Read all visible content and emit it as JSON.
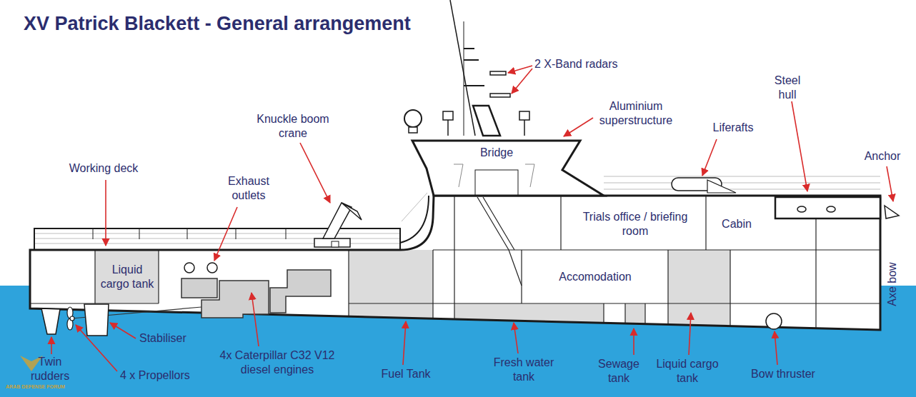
{
  "diagram": {
    "title": "XV Patrick Blackett - General arrangement",
    "nodes": [
      {
        "text": [
          "Bridge"
        ]
      },
      {
        "text": [
          "Liquid cargo tank"
        ]
      },
      {
        "text": [
          "Trials office / briefing room"
        ]
      },
      {
        "text": [
          "Cabin"
        ]
      },
      {
        "text": [
          "Accomodation"
        ]
      }
    ],
    "labels": [
      "2 X-Band radars",
      "Aluminium superstructure",
      "Steel hull",
      "Knuckle boom crane",
      "Liferafts",
      "Anchor",
      "Working deck",
      "Exhaust outlets",
      "Axe bow",
      "Stabiliser",
      "Twin rudders",
      "4 x Propellors",
      "4x Caterpillar C32 V12 diesel engines",
      "Fuel Tank",
      "Fresh water tank",
      "Sewage tank",
      "Liquid cargo tank",
      "Bow thruster",
      "ARAB DEFENSE FORUM"
    ]
  }
}
